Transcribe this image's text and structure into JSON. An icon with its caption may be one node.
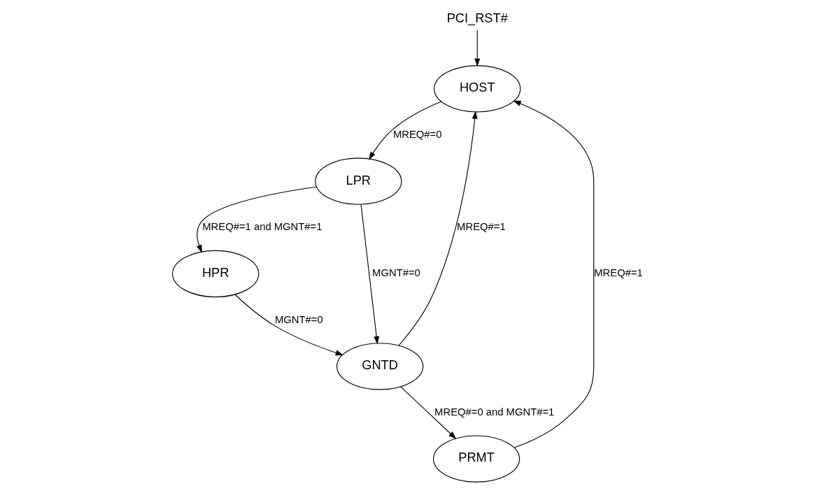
{
  "diagram": {
    "nodes": [
      {
        "text": [
          "PCI_RST#"
        ]
      },
      {
        "text": [
          "HOST"
        ]
      },
      {
        "text": [
          "LPR"
        ]
      },
      {
        "text": [
          "HPR"
        ]
      },
      {
        "text": [
          "GNTD"
        ]
      },
      {
        "text": [
          "PRMT"
        ]
      }
    ],
    "edges": [
      {
        "from": 0,
        "to": 1,
        "arrow": "to"
      },
      {
        "from": 1,
        "to": 2,
        "arrow": "to",
        "label": "MREQ#=0"
      },
      {
        "from": 2,
        "to": 3,
        "arrow": "to",
        "label": "MREQ#=1 and MGNT#=1"
      },
      {
        "from": 2,
        "to": 4,
        "arrow": "to",
        "label": "MGNT#=0"
      },
      {
        "from": 3,
        "to": 4,
        "arrow": "to",
        "label": "MGNT#=0"
      },
      {
        "from": 4,
        "to": 1,
        "arrow": "to",
        "label": "MREQ#=1"
      },
      {
        "from": 4,
        "to": 5,
        "arrow": "to",
        "label": "MREQ#=0 and MGNT#=1"
      },
      {
        "from": 5,
        "to": 1,
        "arrow": "to",
        "label": "MREQ#=1"
      }
    ]
  }
}
